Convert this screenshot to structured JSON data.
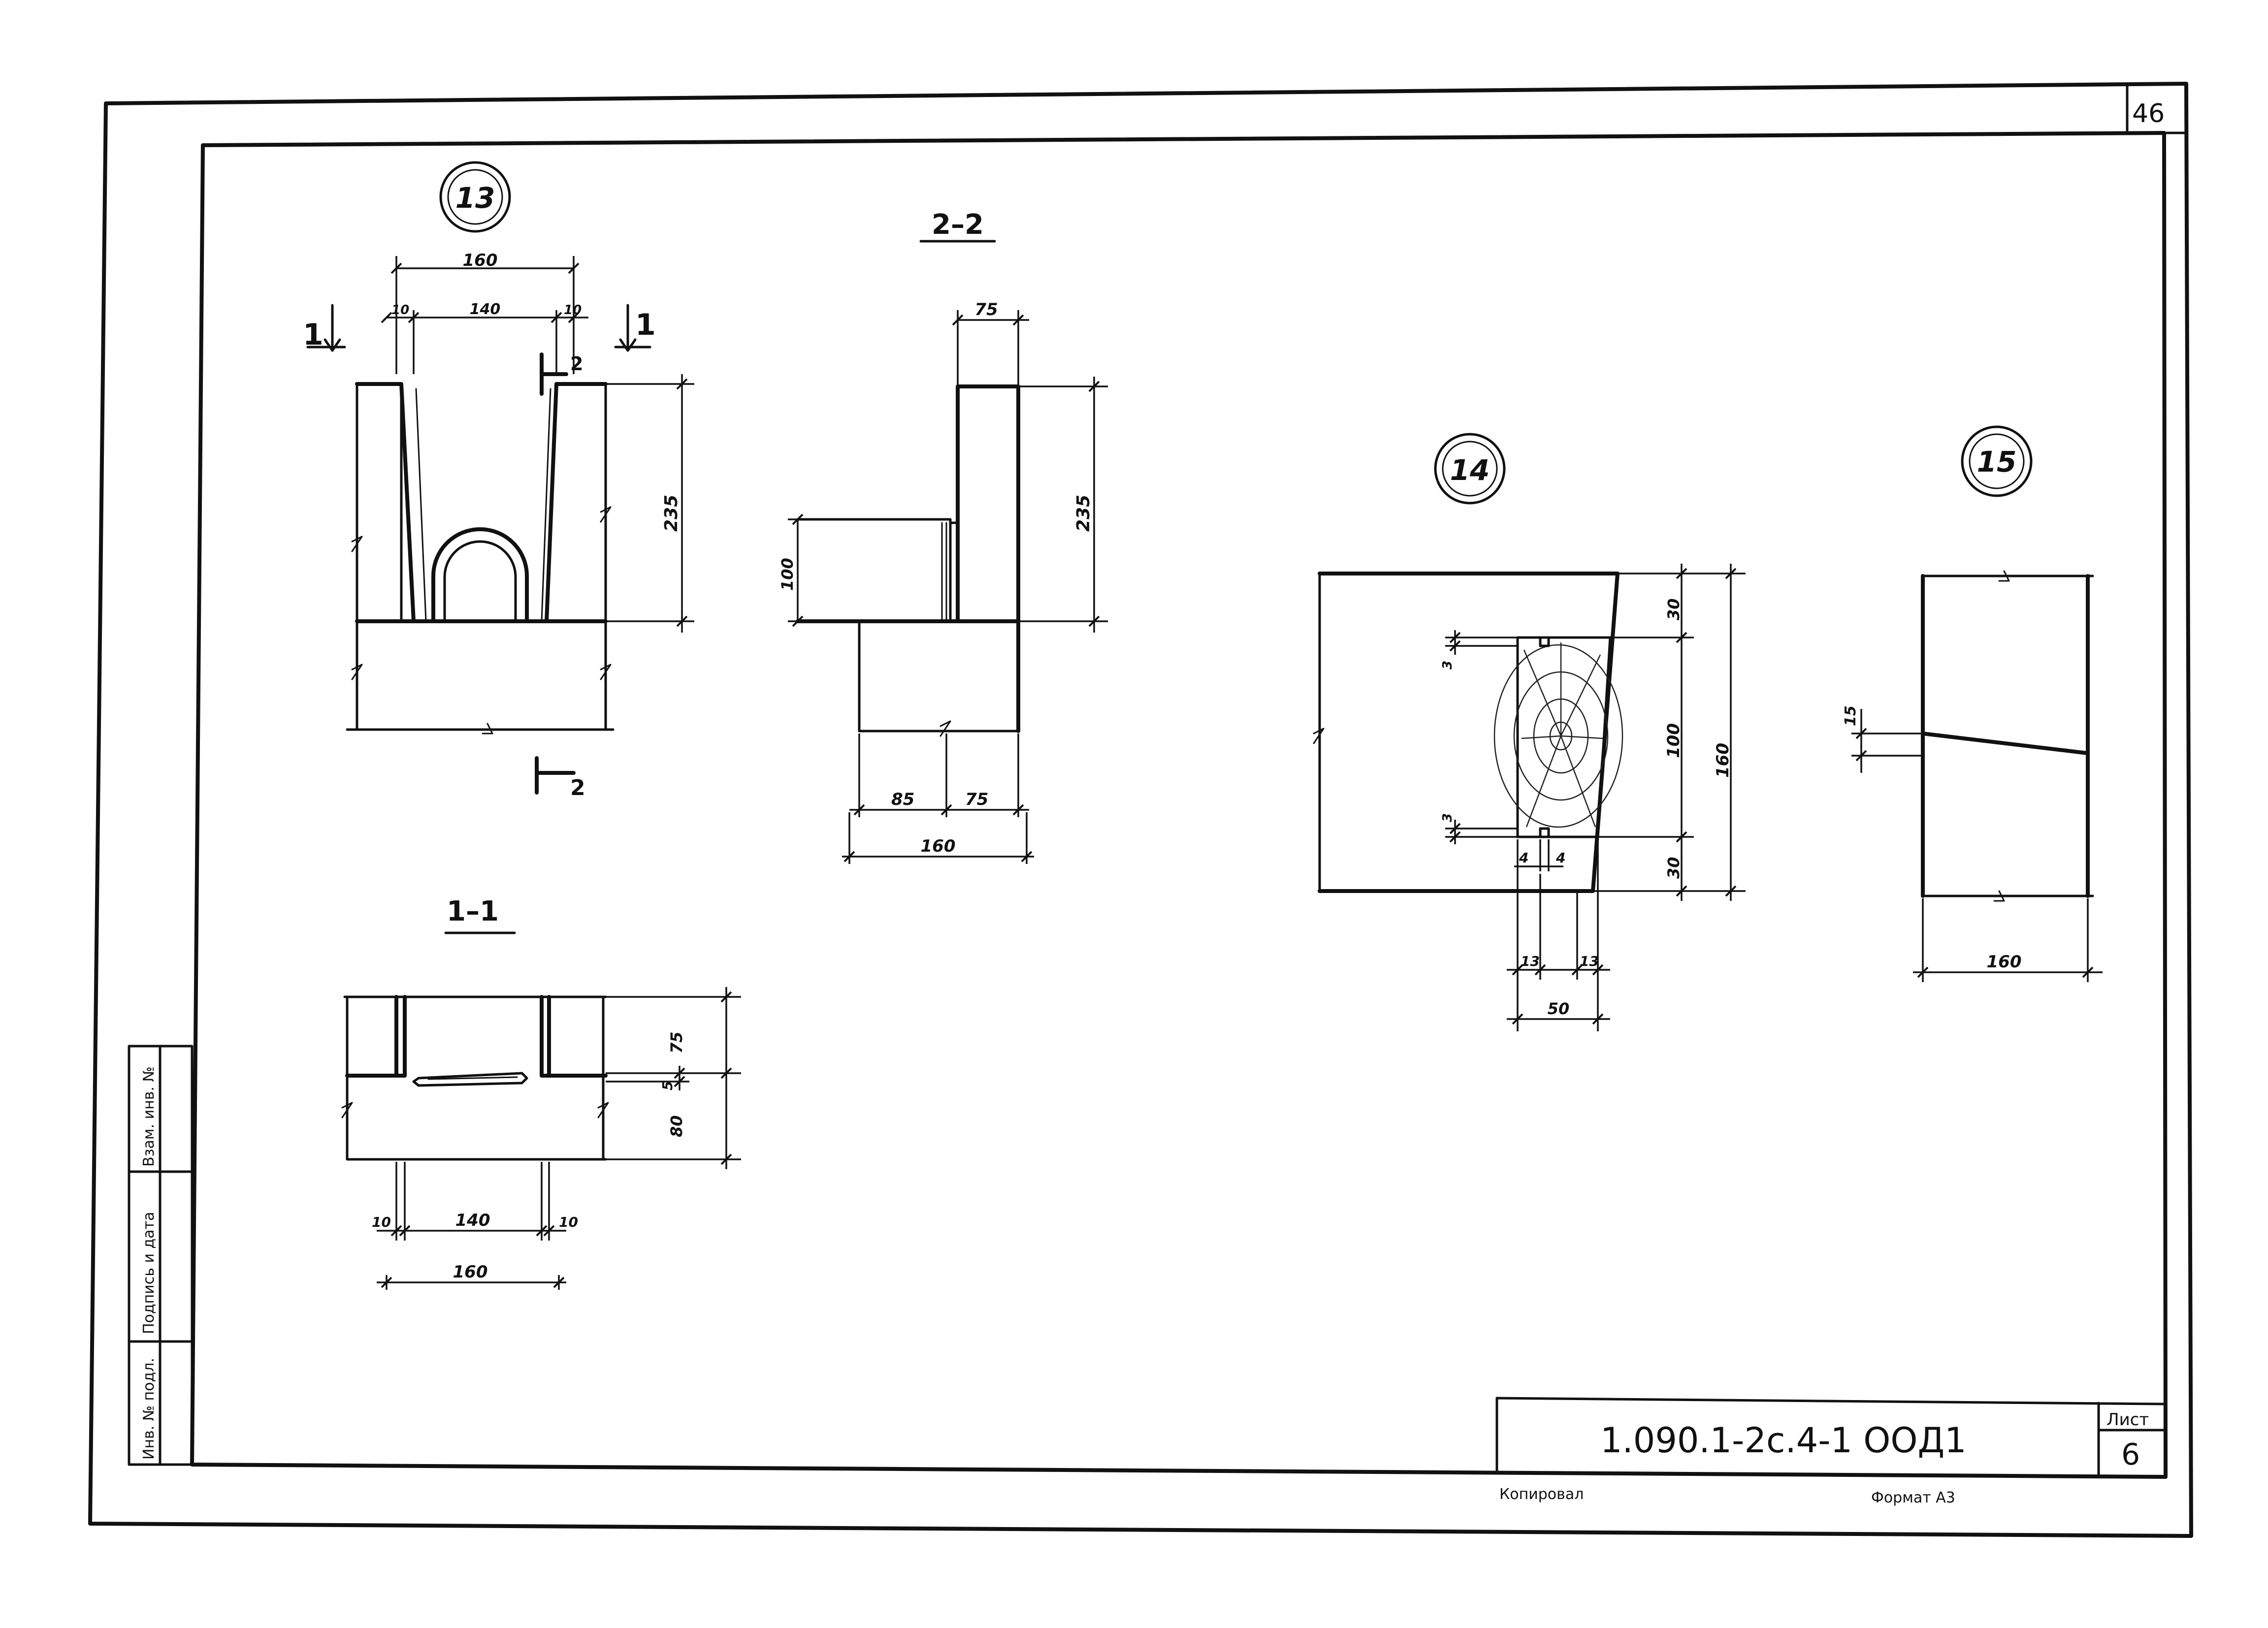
{
  "sheet": {
    "corner_number": "46",
    "title_code": "1.090.1-2с.4-1 ООД1",
    "sheet_label": "Лист",
    "sheet_number": "6",
    "copied_label": "Копировал",
    "format_label": "Формат А3",
    "side_stamp": [
      "Инв. № подл.",
      "Подпись и дата",
      "Взам. инв. №"
    ]
  },
  "node13": {
    "number": "13",
    "dims": {
      "width_total": "160",
      "inner": "140",
      "side_left": "10",
      "side_right": "10",
      "height": "235"
    },
    "cut1_label": "1",
    "cut2_label": "2"
  },
  "section22": {
    "title": "2–2",
    "dims": {
      "top": "75",
      "height": "235",
      "left_height": "100",
      "bottom_left": "85",
      "bottom_right": "75",
      "bottom_total": "160"
    }
  },
  "section11": {
    "title": "1–1",
    "dims": {
      "upper": "75",
      "gap": "5",
      "lower": "80",
      "side_left": "10",
      "inner": "140",
      "side_right": "10",
      "total": "160"
    }
  },
  "node14": {
    "number": "14",
    "dims": {
      "top": "30",
      "middle": "100",
      "bottom": "30",
      "total": "160",
      "notch_top": "3",
      "notch_bottom": "3",
      "slot_left": "4",
      "slot_right": "4",
      "bottom_left": "13",
      "bottom_right": "13",
      "bottom_total": "50"
    }
  },
  "node15": {
    "number": "15",
    "dims": {
      "offset": "15",
      "width": "160"
    }
  }
}
